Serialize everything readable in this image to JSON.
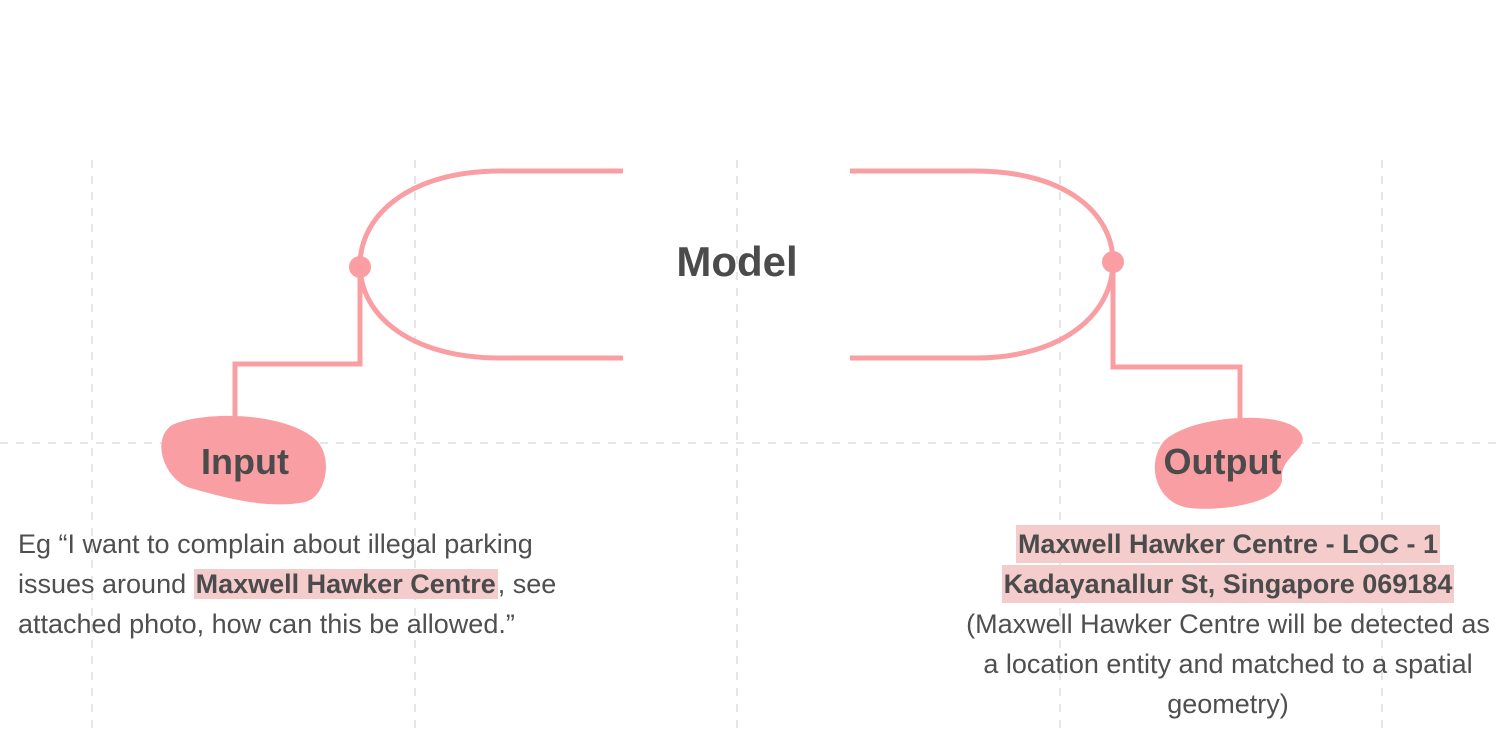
{
  "title": "Model",
  "input": {
    "label": "Input",
    "example_prefix": "Eg “I want to complain about illegal parking issues around ",
    "example_highlight": "Maxwell Hawker Centre",
    "example_suffix": ", see attached photo, how can this be allowed.”"
  },
  "output": {
    "label": "Output",
    "highlight_line1": "Maxwell Hawker Centre - LOC - 1",
    "highlight_line2": "Kadayanallur St, Singapore 069184",
    "note": "(Maxwell Hawker Centre will be detected as a location entity and matched to a spatial geometry)"
  },
  "colors": {
    "accent": "#f99fa3",
    "highlight": "#f4cccc",
    "text": "#4b4b4b",
    "grid": "#e6e6e6"
  }
}
